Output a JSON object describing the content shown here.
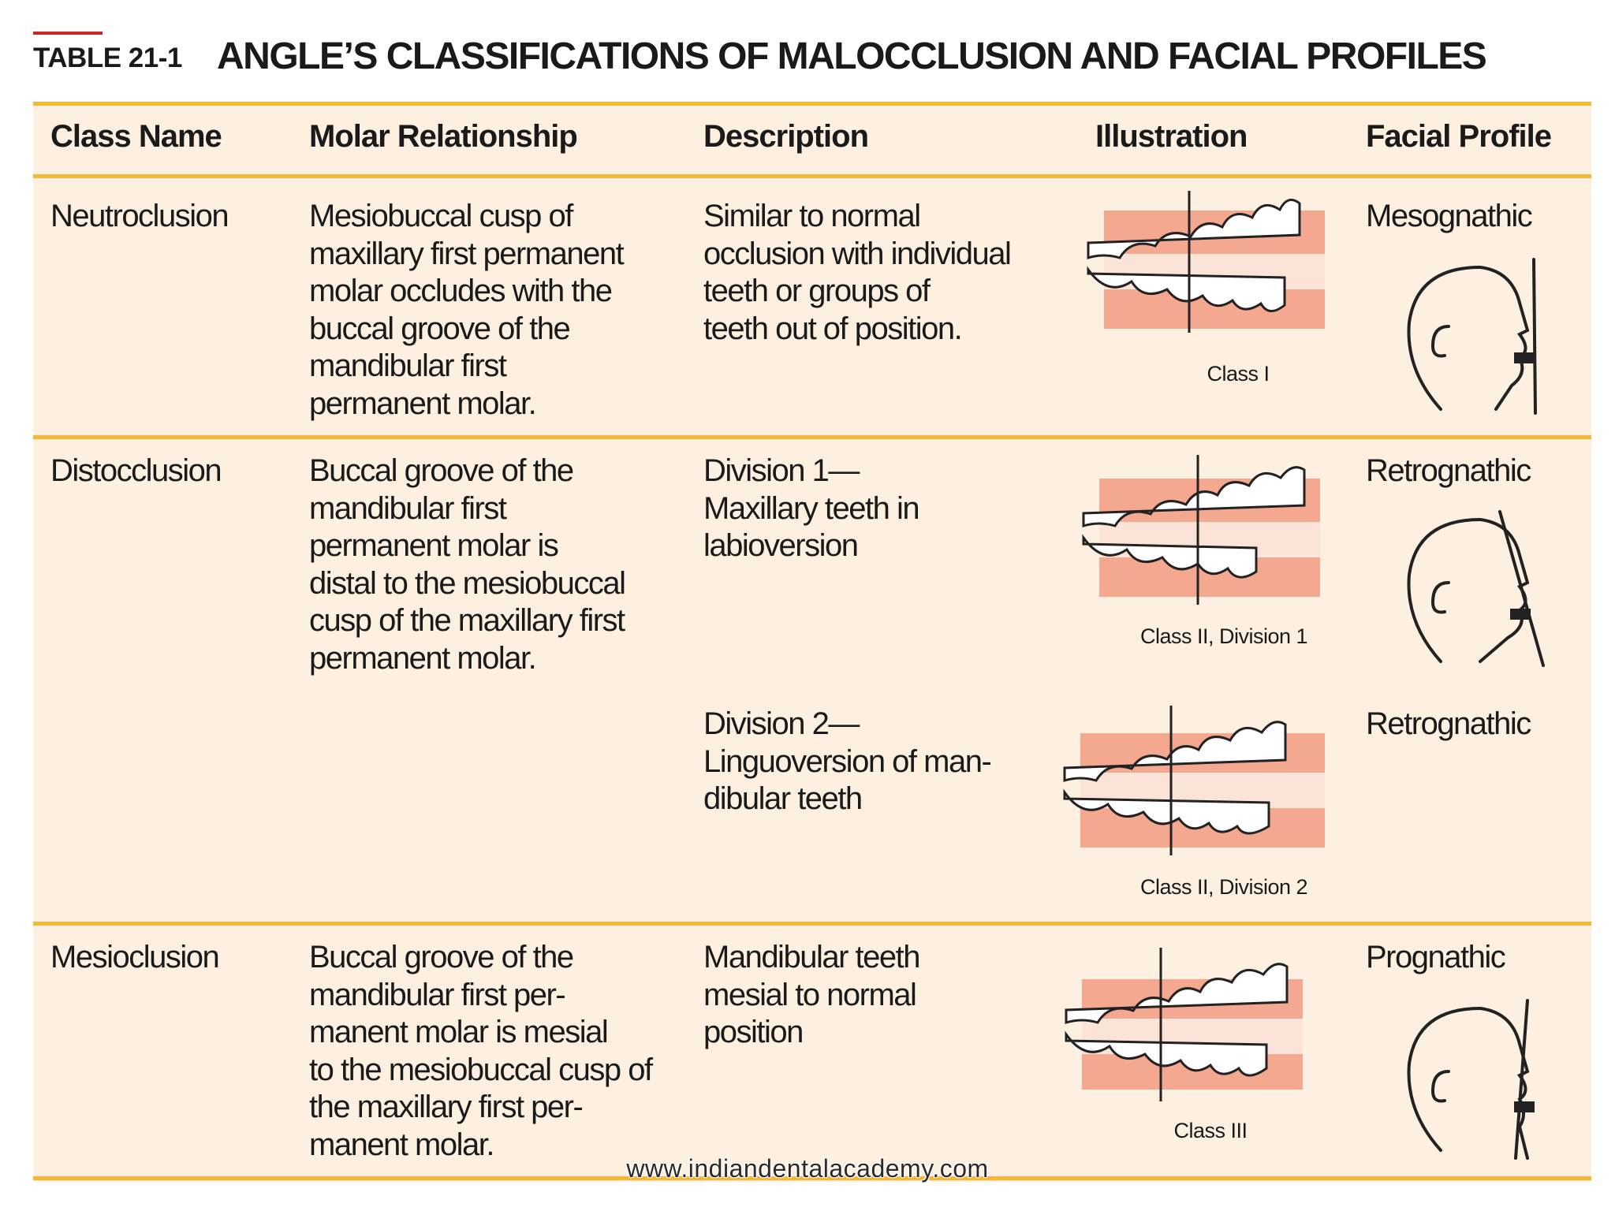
{
  "title": {
    "label": "TABLE 21-1",
    "text": "ANGLE’S CLASSIFICATIONS OF MALOCCLUSION AND FACIAL PROFILES"
  },
  "table": {
    "headers": [
      "Class Name",
      "Molar Relationship",
      "Description",
      "Illustration",
      "Facial Profile"
    ],
    "rows": [
      {
        "class_name": "Neutroclusion",
        "molar_relationship": "Mesiobuccal cusp of\nmaxillary first permanent\nmolar occludes with the\nbuccal groove of the\nmandibular first\npermanent molar.",
        "description": "Similar to normal\nocclusion with individual\nteeth or groups of\nteeth out of position.",
        "illustration_caption": "Class I",
        "facial_profile": "Mesognathic"
      },
      {
        "class_name": "Distocclusion",
        "molar_relationship": "Buccal groove of the\nmandibular first\npermanent molar is\ndistal to the mesiobuccal\ncusp of the maxillary first\npermanent molar.",
        "description": "Division 1—\nMaxillary teeth in\nlabioversion",
        "illustration_caption": "Class II, Division 1",
        "facial_profile": "Retrognathic"
      },
      {
        "class_name": "",
        "molar_relationship": "",
        "description": "Division 2—\nLinguoversion of man-\ndibular teeth",
        "illustration_caption": "Class II, Division 2",
        "facial_profile": "Retrognathic"
      },
      {
        "class_name": "Mesioclusion",
        "molar_relationship": "Buccal groove of the\nmandibular first per-\nmanent molar is mesial\nto the mesiobuccal cusp of\nthe maxillary first per-\nmanent molar.",
        "description": "Mandibular teeth\nmesial to normal\nposition",
        "illustration_caption": "Class III",
        "facial_profile": "Prognathic"
      }
    ]
  },
  "watermark": "www.indiandentalacademy.com",
  "colors": {
    "accent_line": "#f7b733",
    "table_bg": "#fdf0e0",
    "gum": "#f4a890",
    "title_bar": "#d0242b"
  },
  "icons": [
    "teeth-illustration-icon",
    "face-profile-icon"
  ]
}
